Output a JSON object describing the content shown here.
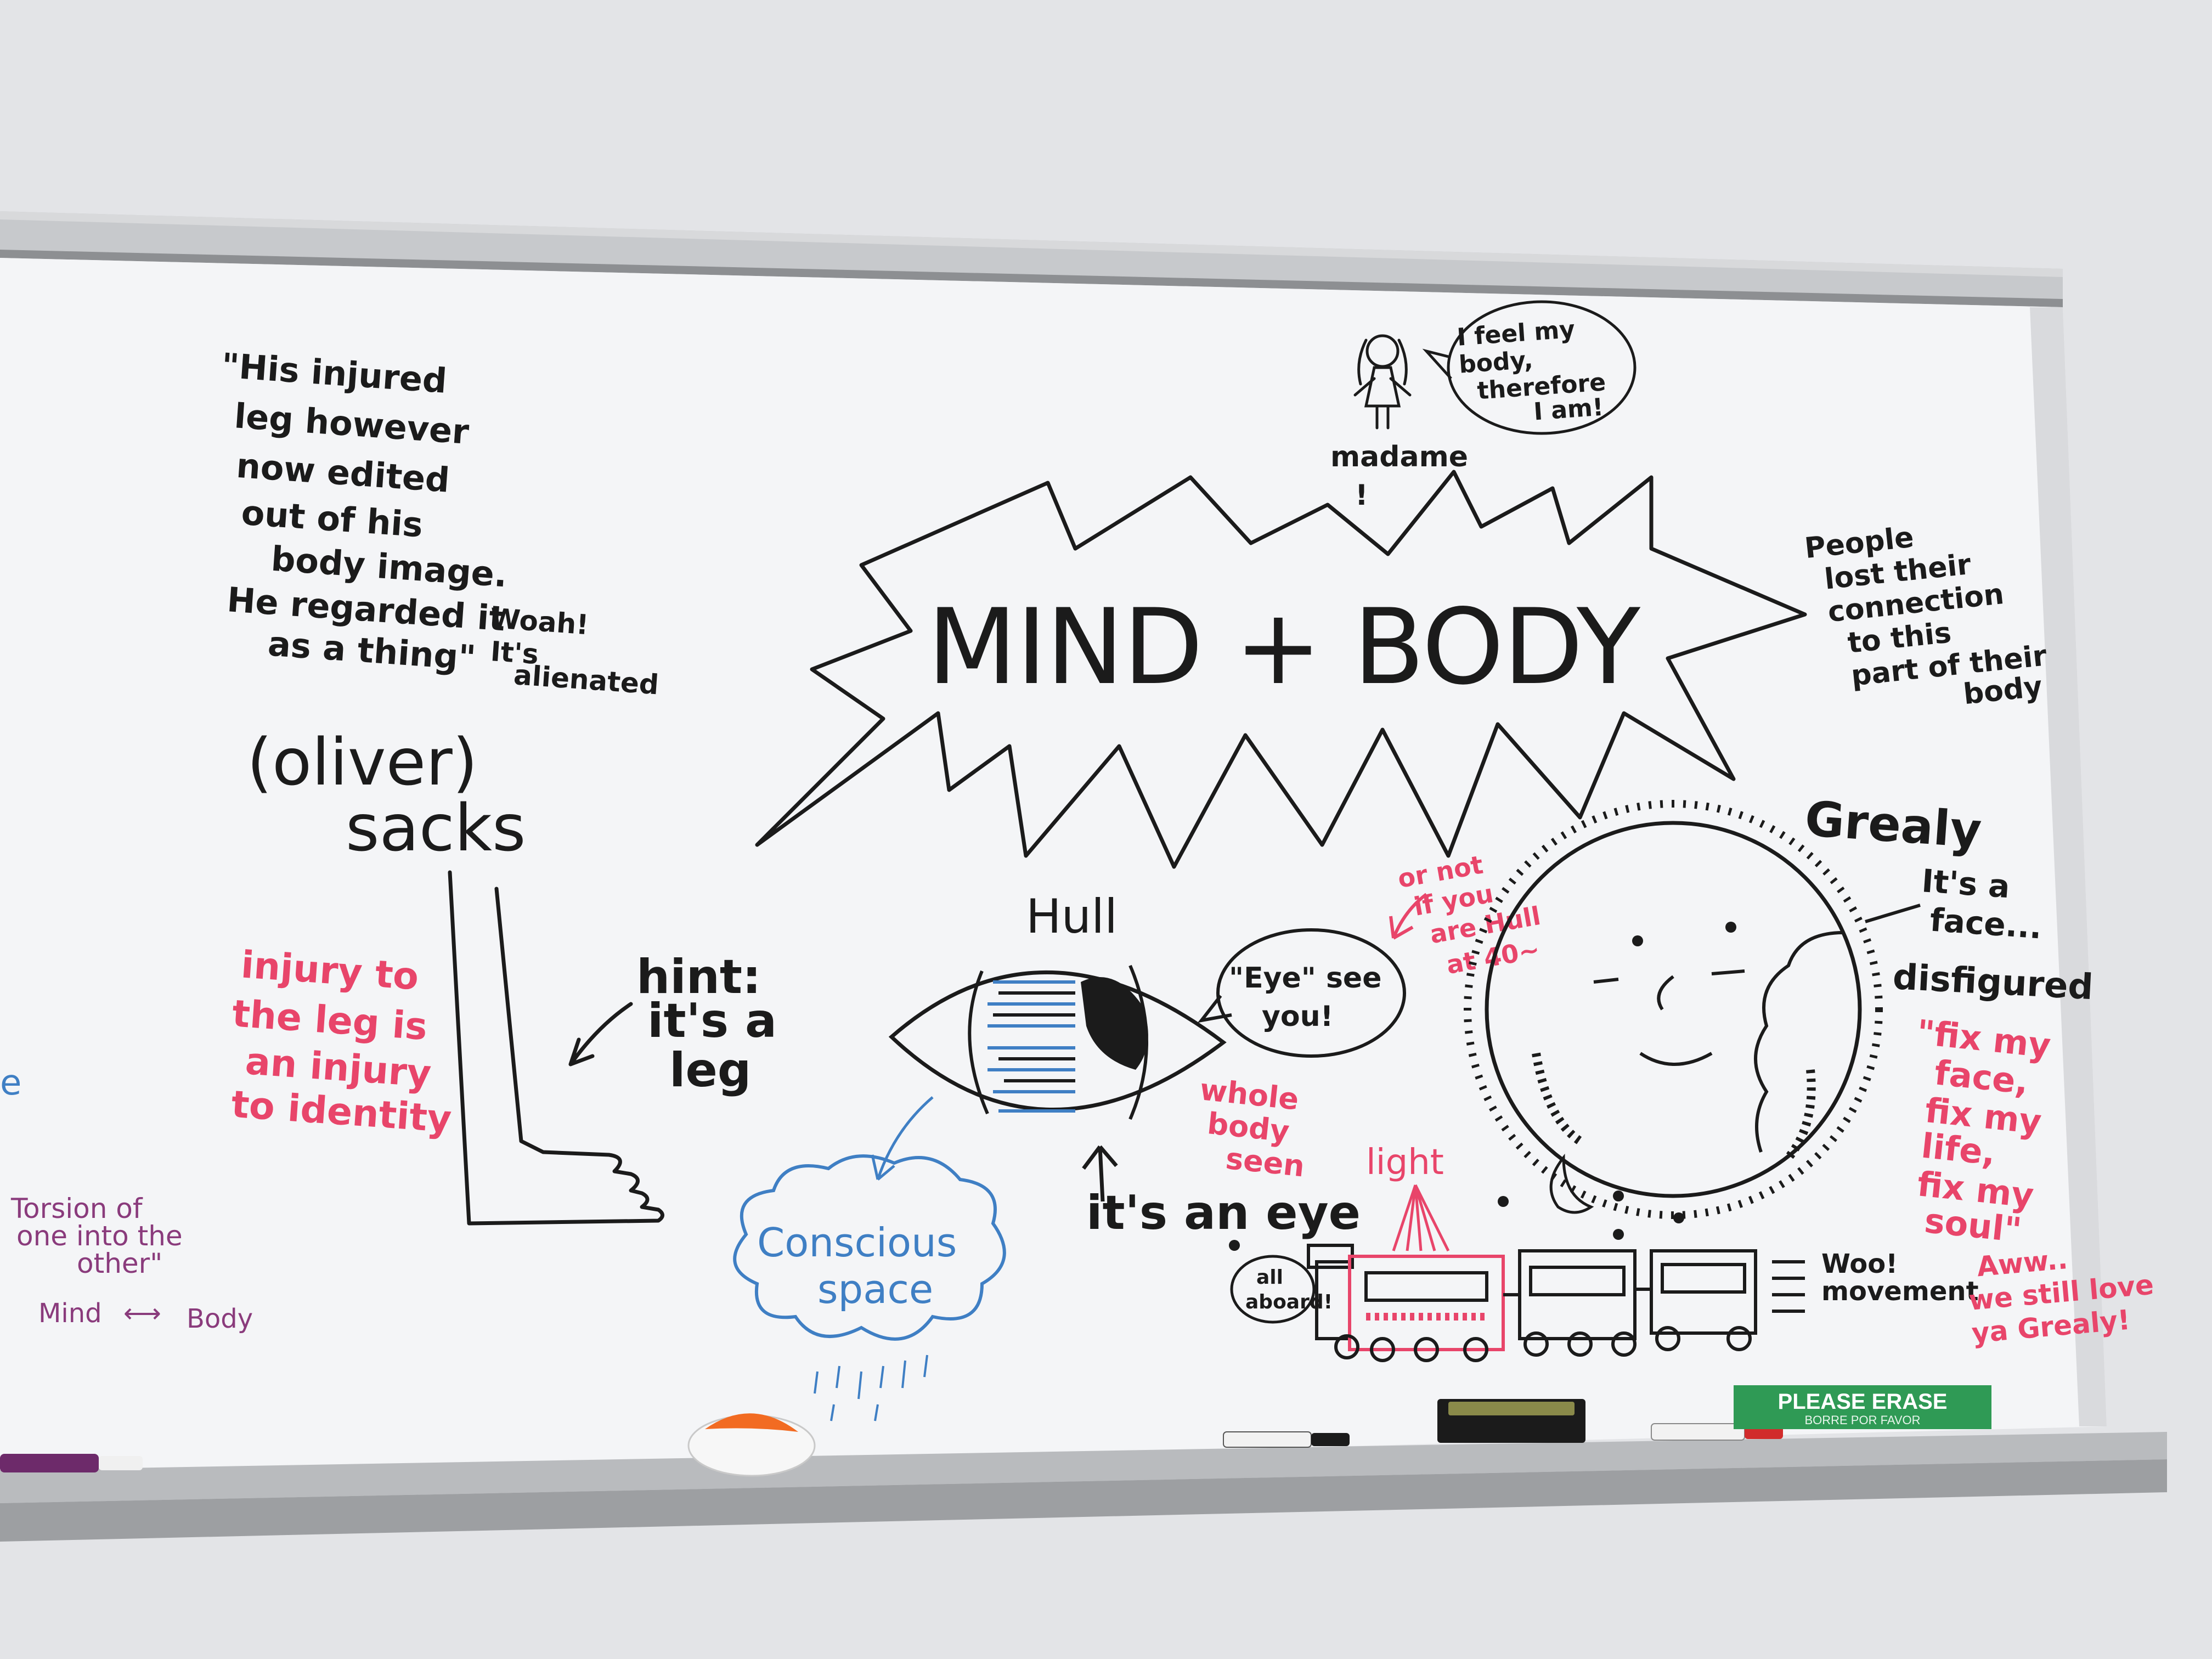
{
  "colors": {
    "black_ink": "#1b1b1b",
    "red_ink": "#e8456a",
    "blue_ink": "#3f7fc4",
    "purple_ink": "#8a3b7c",
    "sign_green": "#2f9a55",
    "board_white": "#f3f4f6",
    "frame_gray": "#9a9ca0"
  },
  "board": {
    "quote_lines": [
      "\"His injured",
      "leg however",
      "now edited",
      "out of his",
      "body image.",
      "He regarded it",
      "as a thing\""
    ],
    "woah_lines": [
      "Woah!",
      "It's",
      "alienated"
    ],
    "author_lines": [
      "(oliver)",
      "sacks"
    ],
    "hint_lines": [
      "hint:",
      "it's a",
      "leg"
    ],
    "injury_lines": [
      "injury to",
      "the leg is",
      "an injury",
      "to identity"
    ],
    "left_edge_fragment": "e",
    "torsion_lines": [
      "Torsion of",
      "one into the",
      "other\""
    ],
    "mind_body_link": {
      "left": "Mind",
      "arrow": "⟷",
      "right": "Body"
    },
    "burst_title": "MIND + BODY",
    "madame_speech": [
      "I feel my",
      "body,",
      "therefore",
      "I am!"
    ],
    "madame_lines": [
      "madame",
      "!"
    ],
    "people_lines": [
      "People",
      "lost their",
      "connection",
      "to this",
      "part of their",
      "body"
    ],
    "hull_label": "Hull",
    "eye_speech": [
      "\"Eye\" see",
      "you!"
    ],
    "or_not_lines": [
      "or not",
      "if you",
      "are Hull",
      "at 40~"
    ],
    "whole_body_lines": [
      "whole",
      "body",
      "seen"
    ],
    "its_an_eye": "it's an eye",
    "cloud_lines": [
      "Conscious",
      "space"
    ],
    "grealy_label": "Grealy",
    "face_lines": [
      "It's a",
      "face..."
    ],
    "disfigured": "disfigured",
    "fix_lines": [
      "\"fix my",
      "face,",
      "fix my",
      "life,",
      "fix my",
      "soul\""
    ],
    "light_label": "light",
    "all_aboard": [
      "all",
      "aboard!"
    ],
    "woo_lines": [
      "Woo!",
      "movement"
    ],
    "aww_lines": [
      "Aww..",
      "we still love",
      "ya Grealy!"
    ],
    "sign_main": "PLEASE ERASE",
    "sign_sub": "BORRE POR FAVOR"
  }
}
